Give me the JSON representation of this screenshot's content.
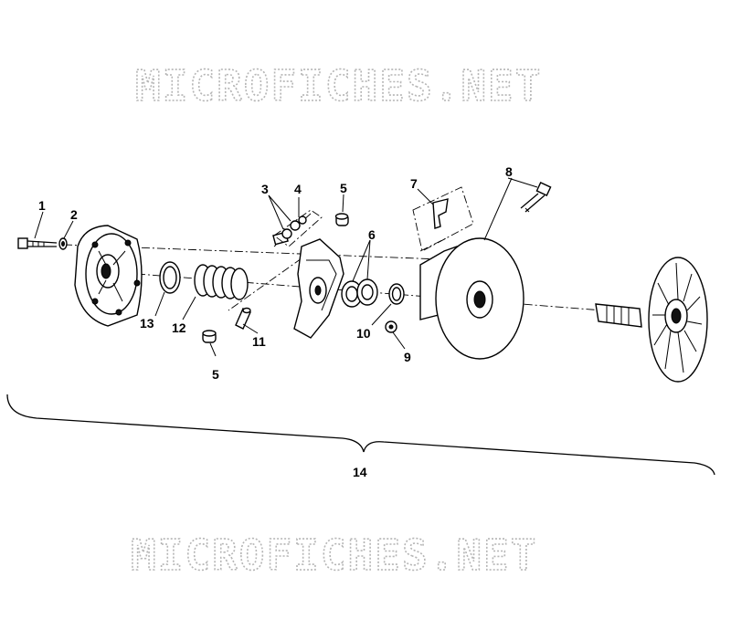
{
  "watermarks": [
    "MICROFICHES.NET",
    "MICROFICHES.NET"
  ],
  "callouts": {
    "c1": "1",
    "c2": "2",
    "c3": "3",
    "c4": "4",
    "c5a": "5",
    "c5b": "5",
    "c6": "6",
    "c7": "7",
    "c8": "8",
    "c9": "9",
    "c10": "10",
    "c11": "11",
    "c12": "12",
    "c13": "13",
    "c14": "14"
  }
}
